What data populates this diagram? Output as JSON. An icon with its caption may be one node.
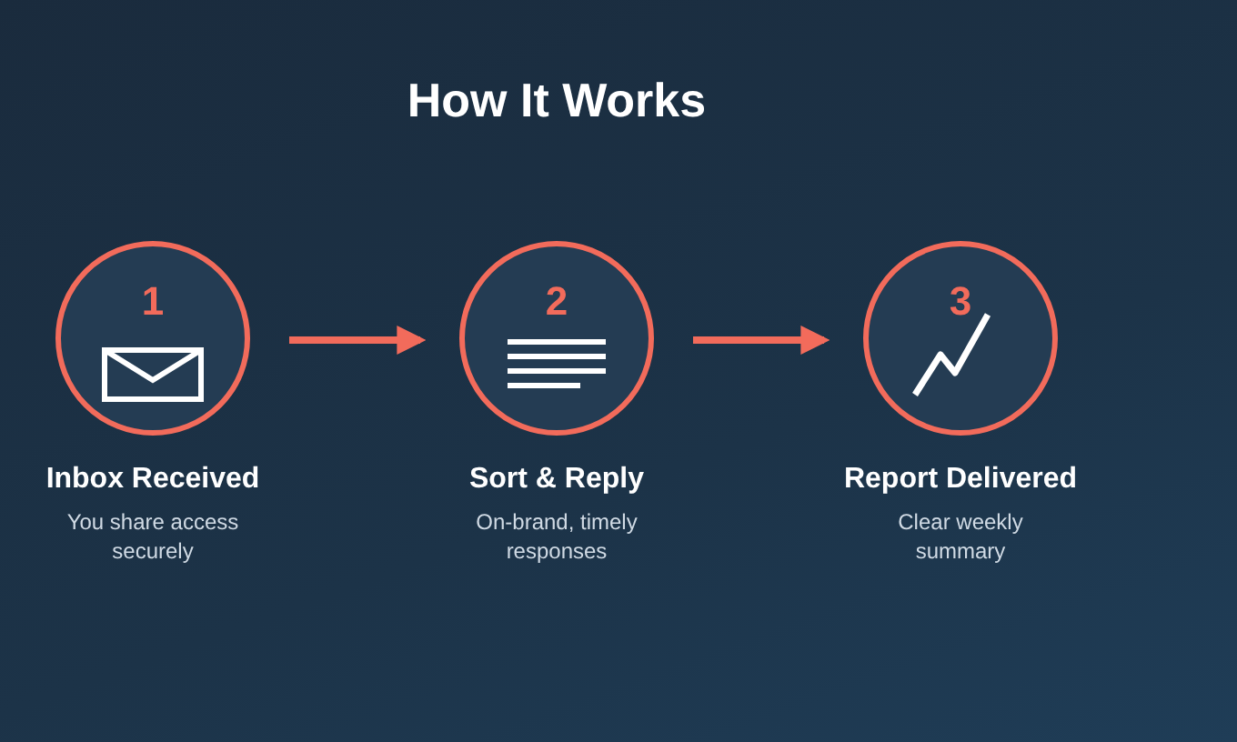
{
  "diagram": {
    "title": "How It Works",
    "nodes": [
      {
        "text": [
          "1",
          "Inbox Received",
          "You share access securely"
        ]
      },
      {
        "text": [
          "2",
          "Sort & Reply",
          "On-brand, timely responses"
        ]
      },
      {
        "text": [
          "3",
          "Report Delivered",
          "Clear weekly summary"
        ]
      }
    ],
    "edges": [
      {
        "from": 0,
        "to": 1,
        "arrow": "to"
      },
      {
        "from": 1,
        "to": 2,
        "arrow": "to"
      }
    ]
  }
}
